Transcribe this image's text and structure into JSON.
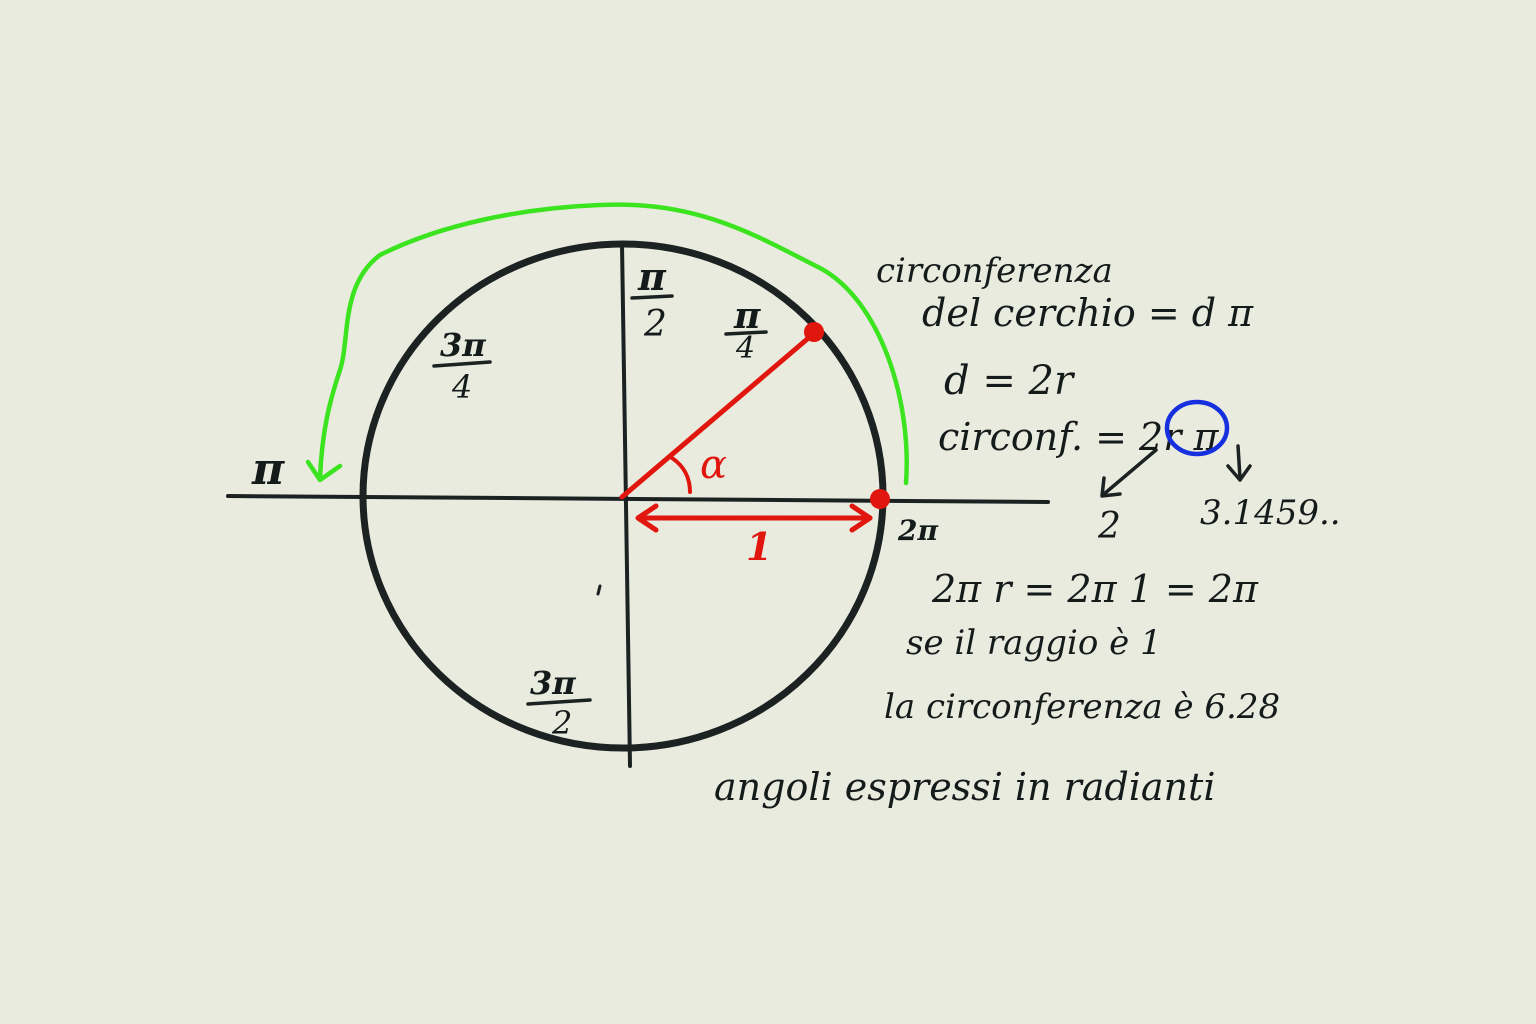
{
  "colors": {
    "paper": "#eceee2",
    "ink": "#1c2222",
    "red": "#e1160e",
    "green": "#3be41e",
    "blue": "#1630e0"
  },
  "circle": {
    "labels": {
      "pi_over_2": {
        "num": "π",
        "den": "2"
      },
      "pi_over_4": {
        "num": "π",
        "den": "4"
      },
      "three_pi_over_4": {
        "num": "3π",
        "den": "4"
      },
      "three_pi_over_2": {
        "num": "3π",
        "den": "2"
      },
      "pi": "π",
      "two_pi": "2π",
      "alpha": "α",
      "radius": "1"
    }
  },
  "notes": {
    "line1": "circonferenza",
    "line2": "del cerchio = d π",
    "line3": "d = 2r",
    "line4": "circonf. = 2r π",
    "arrow_left_value": "2",
    "arrow_right_value": "3.1459..",
    "line5": "2π r = 2π 1 = 2π",
    "line6": "se il raggio è 1",
    "line7": "la circonferenza è 6.28",
    "line8": "angoli espressi in radianti"
  }
}
